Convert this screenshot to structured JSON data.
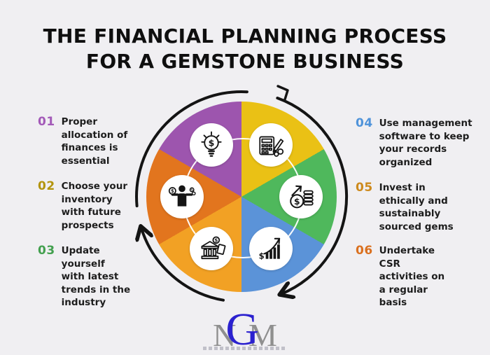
{
  "background_color": "#f0eff2",
  "title": "THE FINANCIAL PLANNING PROCESS\nFOR A GEMSTONE BUSINESS",
  "title_color": "#0f0f0f",
  "steps": [
    {
      "num": "01",
      "color": "#a35ab8",
      "text": "Proper\nallocation of\nfinances is\nessential"
    },
    {
      "num": "02",
      "color": "#b3940d",
      "text": "Choose your\ninventory\nwith future\nprospects"
    },
    {
      "num": "03",
      "color": "#43a04f",
      "text": "Update\nyourself\nwith latest\ntrends in the\nindustry"
    },
    {
      "num": "04",
      "color": "#4f93da",
      "text": "Use management\nsoftware to keep\nyour records\norganized"
    },
    {
      "num": "05",
      "color": "#cd8a1d",
      "text": "Invest in\nethically and\nsustainably\nsourced gems"
    },
    {
      "num": "06",
      "color": "#da701f",
      "text": "Undertake\nCSR\nactivities on\na regular\nbasis"
    }
  ],
  "wheel": {
    "direction": "clockwise",
    "arrow_color": "#141414",
    "segments": [
      {
        "position": "top-right",
        "color": "#eac115",
        "icon": "calculator-pencil-icon"
      },
      {
        "position": "right",
        "color": "#4fb85c",
        "icon": "coins-growth-arrow-icon"
      },
      {
        "position": "bottom-right",
        "color": "#5b93d8",
        "icon": "dollar-growth-chart-icon"
      },
      {
        "position": "bottom-left",
        "color": "#f2a124",
        "icon": "bank-money-icon"
      },
      {
        "position": "left",
        "color": "#e2751e",
        "icon": "person-finance-icon"
      },
      {
        "position": "top-left",
        "color": "#9d55ae",
        "icon": "dollar-bulb-icon"
      }
    ]
  },
  "logo": {
    "left_letter": "N",
    "center_letter": "G",
    "right_letter": "M",
    "center_color": "#2b21cf",
    "outer_color": "#8f8f8f"
  }
}
